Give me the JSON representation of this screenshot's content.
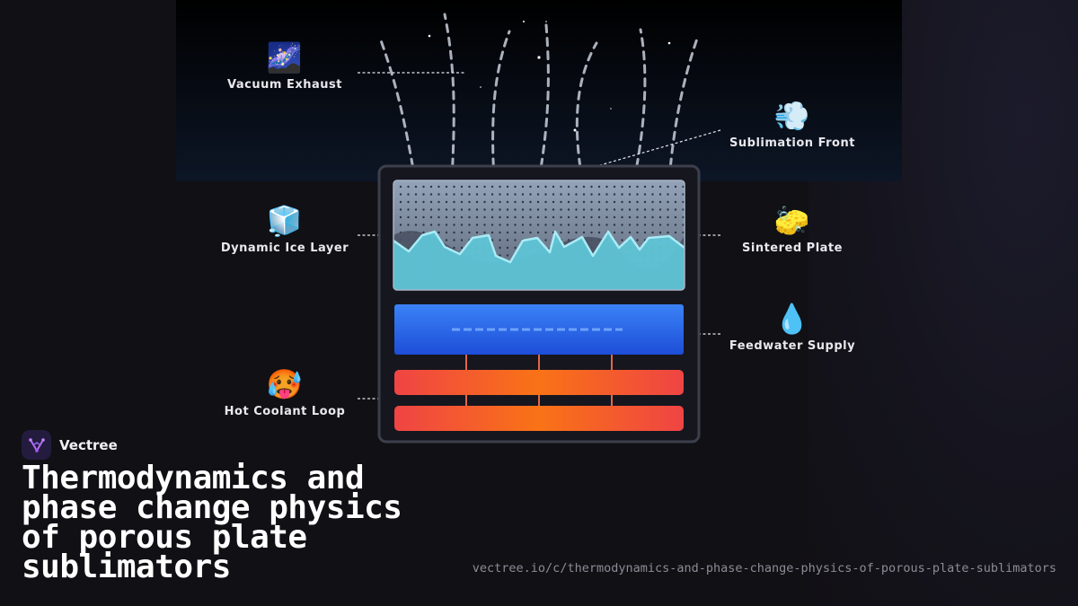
{
  "labels": {
    "vacuum_exhaust": {
      "icon": "🌌",
      "text": "Vacuum Exhaust"
    },
    "sublimation_front": {
      "icon": "💨",
      "text": "Sublimation Front"
    },
    "dynamic_ice_layer": {
      "icon": "🧊",
      "text": "Dynamic Ice Layer"
    },
    "sintered_plate": {
      "icon": "🧽",
      "text": "Sintered Plate"
    },
    "feedwater_supply": {
      "icon": "💧",
      "text": "Feedwater Supply"
    },
    "hot_coolant_loop": {
      "icon": "🥵",
      "text": "Hot Coolant Loop"
    }
  },
  "brand": {
    "name": "Vectree"
  },
  "title": "Thermodynamics and phase change physics of porous plate sublimators",
  "url": "vectree.io/c/thermodynamics-and-phase-change-physics-of-porous-plate-sublimators",
  "colors": {
    "ice": "#5ec4d6",
    "ice_edge": "#a9ecf6",
    "plate": "#8f9eb5",
    "feedwater": "#2563eb",
    "coolant_hot": "#f97316",
    "coolant_edge": "#ef4444",
    "space": "#03050a"
  }
}
